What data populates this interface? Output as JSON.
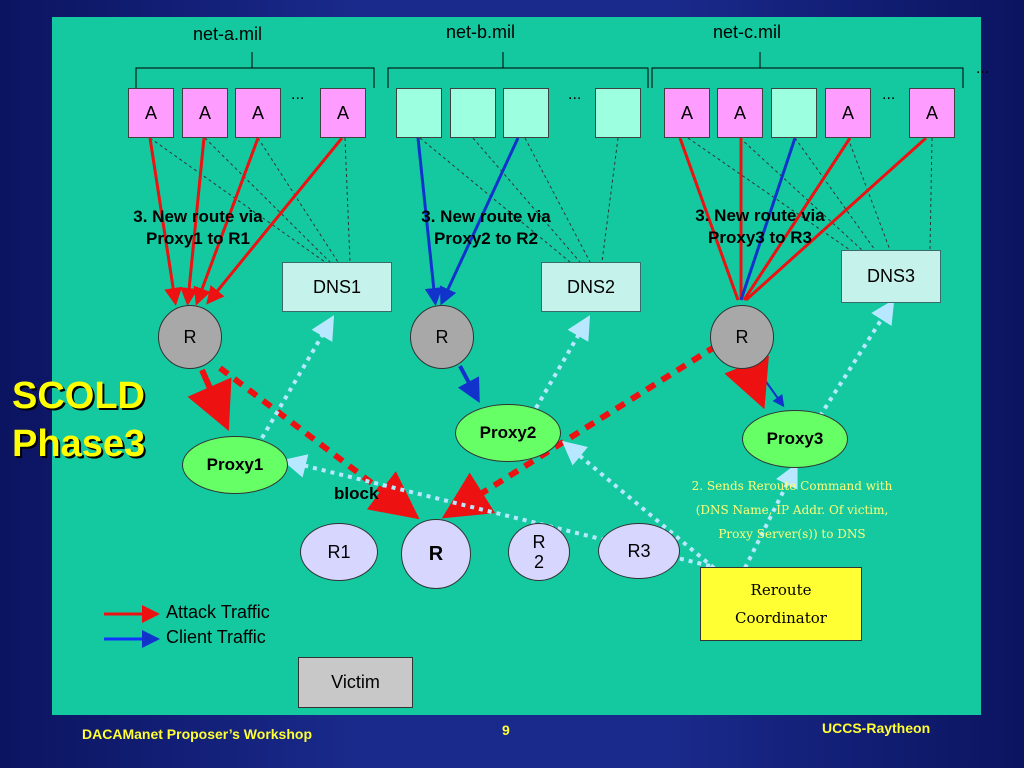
{
  "domains": [
    "net-a.mil",
    "net-b.mil",
    "net-c.mil"
  ],
  "ellipsis": "...",
  "host_label": "A",
  "route_notes": [
    [
      "3. New route via",
      "Proxy1 to R1"
    ],
    [
      "3. New route via",
      "Proxy2 to R2"
    ],
    [
      "3. New route via",
      "Proxy3 to R3"
    ]
  ],
  "dns": [
    "DNS1",
    "DNS2",
    "DNS3"
  ],
  "router_label": "R",
  "proxies": [
    "Proxy1",
    "Proxy2",
    "Proxy3"
  ],
  "title_lines": [
    "SCOLD",
    "Phase3"
  ],
  "block_label": "block",
  "bottom_routers": {
    "r1": "R1",
    "r": "R",
    "r2_top": "R",
    "r2_bottom": "2",
    "r3": "R3"
  },
  "sends_lines": [
    "2. Sends Reroute  Command with",
    "(DNS Name, IP Addr. Of victim,",
    "Proxy Server(s)) to DNS"
  ],
  "coordinator": [
    "Reroute",
    "Coordinator"
  ],
  "legend": {
    "attack": "Attack Traffic",
    "client": "Client Traffic"
  },
  "victim": "Victim",
  "footer": {
    "left": "DACAManet Proposer’s Workshop",
    "page": "9",
    "right": "UCCS-Raytheon"
  },
  "colors": {
    "attack": "#ee1111",
    "client": "#1133cc",
    "dashed_block": "#ee1111",
    "dotted": "#b8e8ff",
    "title": "#ffff00"
  }
}
